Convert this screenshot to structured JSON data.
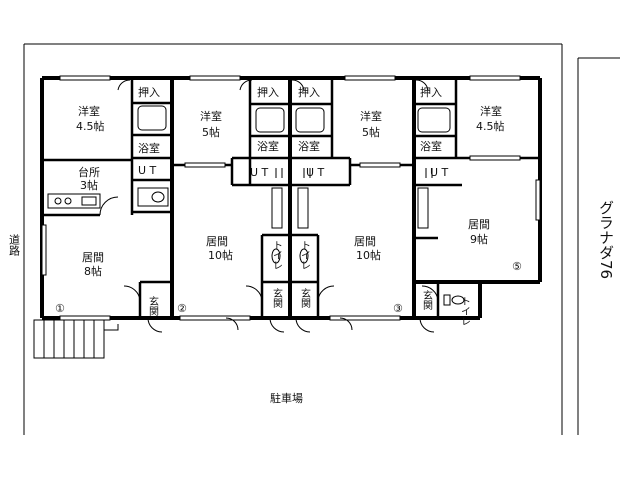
{
  "labels": {
    "unit1_bedroom_name": "洋室",
    "unit1_bedroom_size": "4.5帖",
    "unit1_kitchen_name": "台所",
    "unit1_kitchen_size": "3帖",
    "unit1_living_name": "居間",
    "unit1_living_size": "8帖",
    "unit1_number": "①",
    "unit2_bedroom_name": "洋室",
    "unit2_bedroom_size": "5帖",
    "unit2_living_name": "居間",
    "unit2_living_size": "10帖",
    "unit2_number": "②",
    "unit3_bedroom_name": "洋室",
    "unit3_bedroom_size": "5帖",
    "unit3_living_name": "居間",
    "unit3_living_size": "10帖",
    "unit3_number": "③",
    "unit5_bedroom_name": "洋室",
    "unit5_bedroom_size": "4.5帖",
    "unit5_living_name": "居間",
    "unit5_living_size": "9帖",
    "unit5_number": "⑤",
    "closet": "押入",
    "bath": "浴室",
    "ut": "U T",
    "toilet": "トイレ",
    "entrance": "玄関",
    "parking": "駐車場",
    "road": "道路",
    "neighbor": "グラナダ76"
  }
}
